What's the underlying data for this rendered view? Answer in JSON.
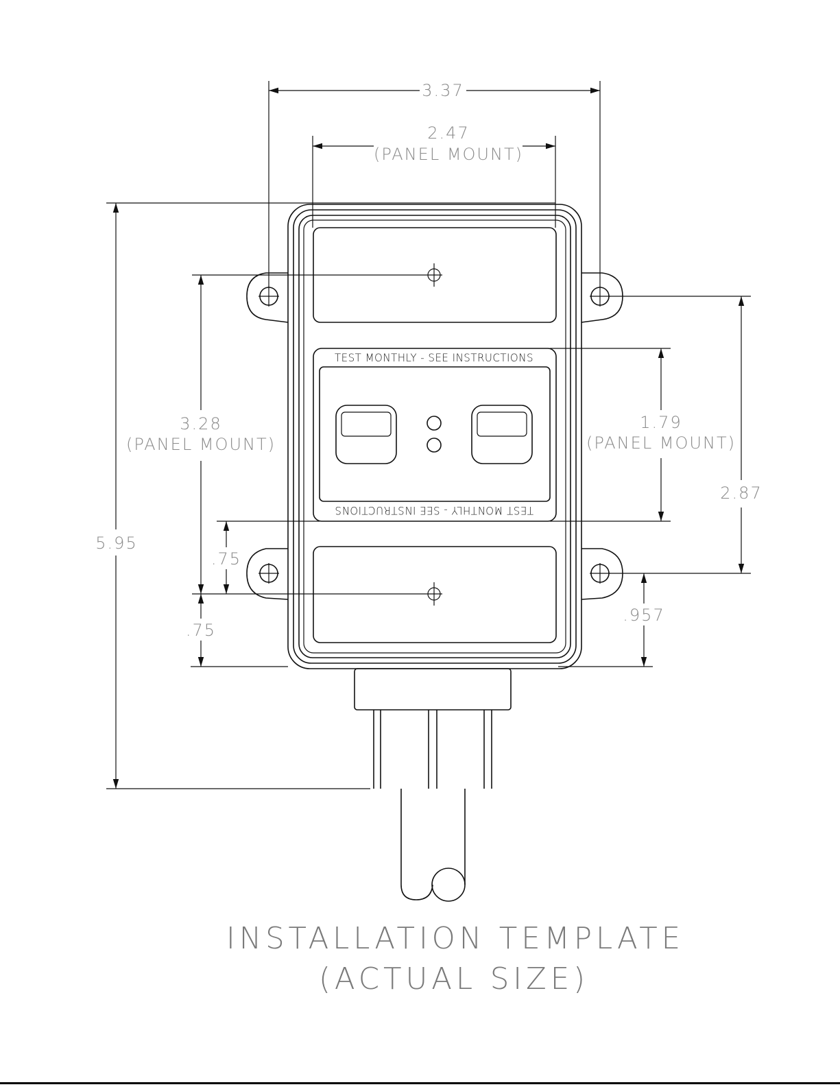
{
  "dimensions": {
    "overall_width": "3.37",
    "panel_width": "2.47",
    "panel_width_note": "(PANEL MOUNT)",
    "overall_height": "5.95",
    "panel_height": "3.28",
    "panel_height_note": "(PANEL MOUNT)",
    "window_height": "1.79",
    "window_height_note": "(PANEL MOUNT)",
    "hole_spacing": "2.87",
    "upper_offset": ".75",
    "lower_offset": ".75",
    "hole_to_bottom": ".957"
  },
  "labels": {
    "top_instruction": "TEST MONTHLY - SEE INSTRUCTIONS",
    "bottom_instruction": "TEST MONTHLY - SEE INSTRUCTIONS"
  },
  "title": {
    "line1": "INSTALLATION TEMPLATE",
    "line2": "(ACTUAL SIZE)"
  }
}
